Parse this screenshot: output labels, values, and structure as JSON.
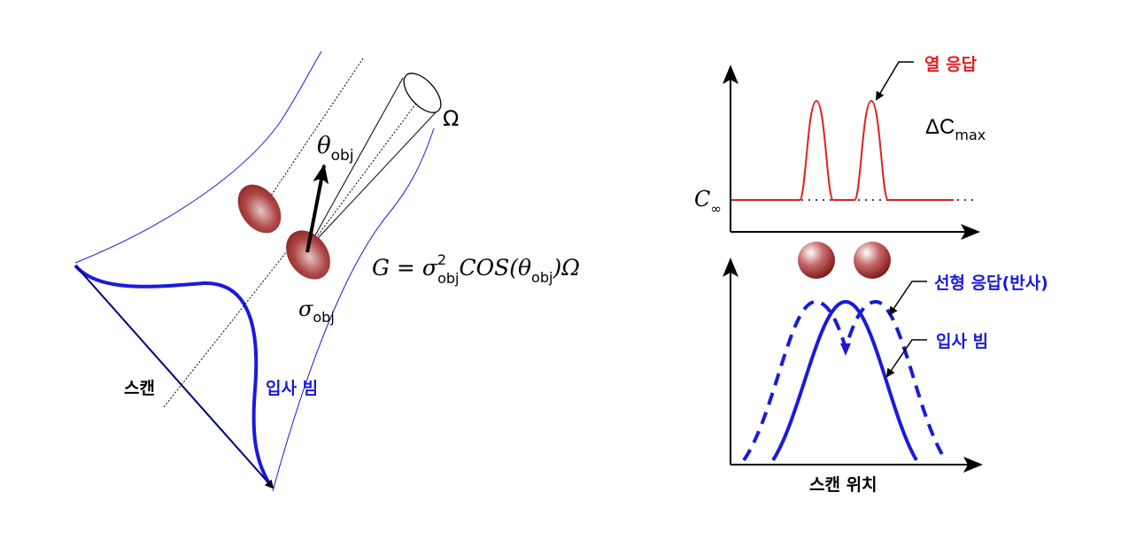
{
  "left_panel": {
    "scan_label": "스캔",
    "beam_label": "입사 빔",
    "solid_angle_symbol": "Ω",
    "theta_symbol": "θ",
    "theta_subscript": "obj",
    "sigma_symbol": "σ",
    "sigma_subscript": "obj",
    "formula": {
      "lhs": "G = ",
      "sigma": "σ",
      "sup": "2",
      "sub1": "obj",
      "cos": "COS(",
      "theta": "θ",
      "sub2": "obj",
      "tail": ")Ω"
    }
  },
  "right_panel": {
    "top_plot": {
      "thermal_label": "열 응답",
      "delta_symbol": "ΔC",
      "delta_subscript": "max",
      "baseline_symbol": "C",
      "baseline_subscript": "∞"
    },
    "bottom_plot": {
      "linear_label": "선형 응답(반사)",
      "beam_label": "입사 빔",
      "xlabel": "스캔 위치"
    }
  },
  "colors": {
    "thermal_red": "#e02020",
    "beam_blue": "#1a1adb",
    "particle": "#9e2a2a",
    "axis": "#000000"
  }
}
